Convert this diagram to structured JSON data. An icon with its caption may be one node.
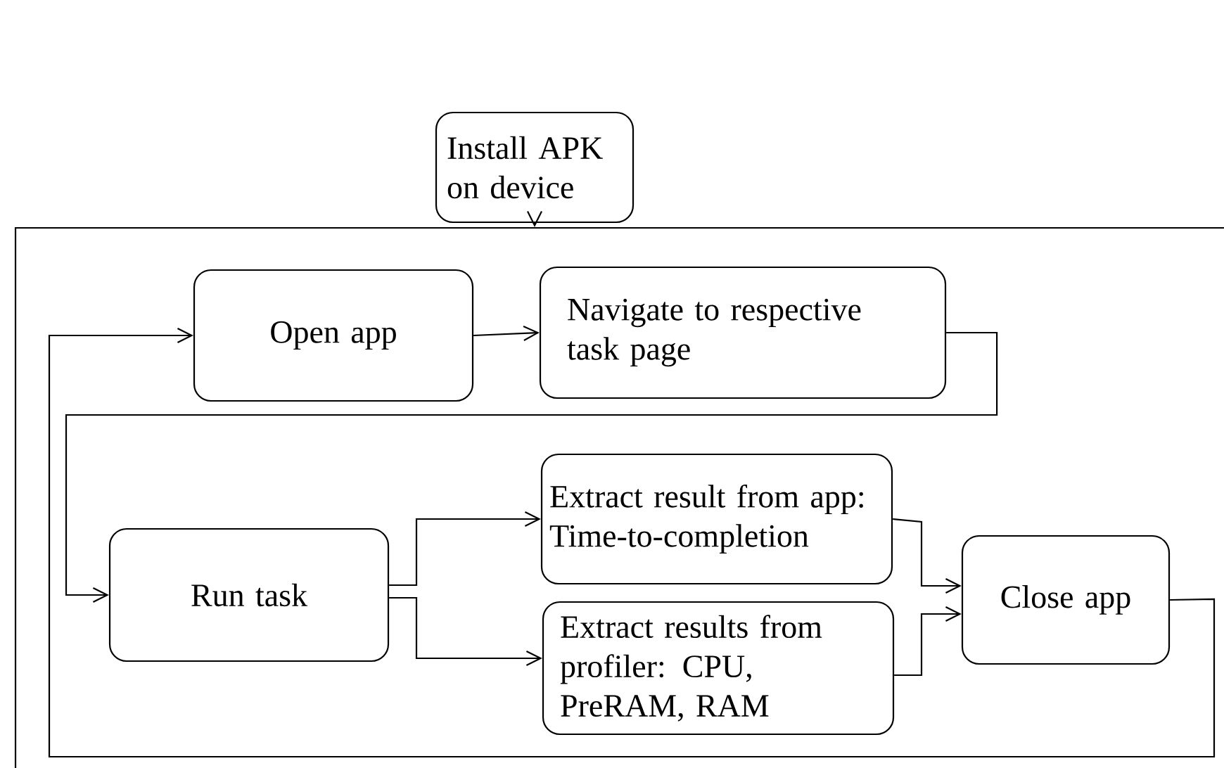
{
  "diagram": {
    "nodes": [
      {
        "text": [
          "Install APK on device"
        ]
      },
      {
        "text": [],
        "shape": "box"
      },
      {
        "text": [
          "Open app"
        ],
        "in": 1
      },
      {
        "text": [
          "Navigate to respective task page"
        ],
        "in": 1
      },
      {
        "text": [
          "Run task"
        ],
        "in": 1
      },
      {
        "text": [
          "Extract result from app: Time-to-completion"
        ],
        "in": 1
      },
      {
        "text": [
          "Extract results from profiler: CPU, PreRAM, RAM"
        ],
        "in": 1
      },
      {
        "text": [
          "Close app"
        ],
        "in": 1
      }
    ],
    "edges": [
      {
        "from": 0,
        "to": 1,
        "arrow": "to"
      },
      {
        "from": 2,
        "to": 3,
        "arrow": "to"
      },
      {
        "from": 3,
        "to": 4,
        "arrow": "to"
      },
      {
        "from": 4,
        "to": 5,
        "arrow": "to"
      },
      {
        "from": 4,
        "to": 6,
        "arrow": "to"
      },
      {
        "from": 5,
        "to": 7,
        "arrow": "to"
      },
      {
        "from": 6,
        "to": 7,
        "arrow": "to"
      },
      {
        "from": 7,
        "to": 2,
        "arrow": "to"
      }
    ]
  }
}
